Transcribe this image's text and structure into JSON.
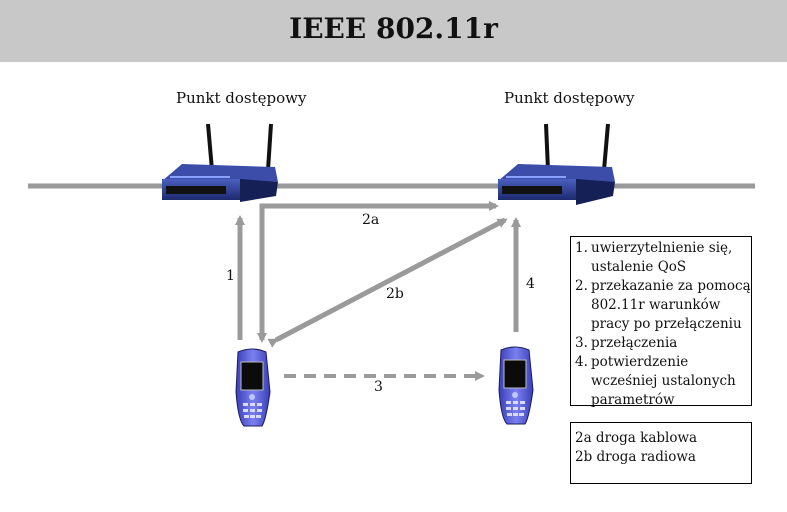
{
  "title": "IEEE 802.11r",
  "access_points": [
    {
      "label": "Punkt dostępowy"
    },
    {
      "label": "Punkt dostępowy"
    }
  ],
  "edges": {
    "e1": "1",
    "e2a": "2a",
    "e2b": "2b",
    "e3": "3",
    "e4": "4"
  },
  "steps_legend": [
    {
      "num": "1.",
      "text": "uwierzytelnienie się, ustalenie QoS"
    },
    {
      "num": "2.",
      "text": "przekazanie za pomocą 802.11r warunków pracy po przełączeniu"
    },
    {
      "num": "3.",
      "text": "przełączenia"
    },
    {
      "num": "4.",
      "text": "potwierdzenie wcześniej ustalonych parametrów"
    }
  ],
  "paths_legend": [
    "2a droga kablowa",
    "2b droga radiowa"
  ],
  "colors": {
    "header_bg": "#c8c8c8",
    "arrow": "#9a9a9a",
    "router_body": "#2b3d8f",
    "phone_body": "#5a5fd6"
  }
}
